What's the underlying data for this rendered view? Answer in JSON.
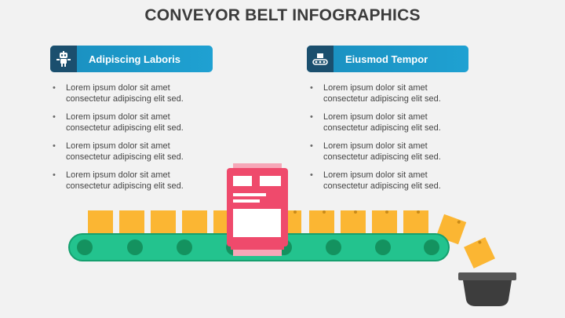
{
  "title": "CONVEYOR BELT INFOGRAPHICS",
  "colors": {
    "header_blue": "#1fa1d2",
    "icon_box": "#1b4f6e",
    "box_yellow": "#fbb633",
    "belt_green": "#23c38e",
    "roller_green": "#14925f",
    "machine_pink": "#ef4a6c",
    "bin_dark": "#3d3d3d"
  },
  "panels": [
    {
      "heading": "Adipiscing Laboris",
      "icon": "robot-icon",
      "items": [
        {
          "line1": "Lorem ipsum dolor sit amet",
          "line2": "consectetur adipiscing elit sed."
        },
        {
          "line1": "Lorem ipsum dolor sit amet",
          "line2": "consectetur adipiscing elit sed."
        },
        {
          "line1": "Lorem ipsum dolor sit amet",
          "line2": "consectetur adipiscing elit sed."
        },
        {
          "line1": "Lorem ipsum dolor sit amet",
          "line2": "consectetur adipiscing elit sed."
        }
      ]
    },
    {
      "heading": "Eiusmod Tempor",
      "icon": "conveyor-icon",
      "items": [
        {
          "line1": "Lorem ipsum dolor sit amet",
          "line2": "consectetur adipiscing elit sed."
        },
        {
          "line1": "Lorem ipsum dolor sit amet",
          "line2": "consectetur adipiscing elit sed."
        },
        {
          "line1": "Lorem ipsum dolor sit amet",
          "line2": "consectetur adipiscing elit sed."
        },
        {
          "line1": "Lorem ipsum dolor sit amet",
          "line2": "consectetur adipiscing elit sed."
        }
      ]
    }
  ]
}
